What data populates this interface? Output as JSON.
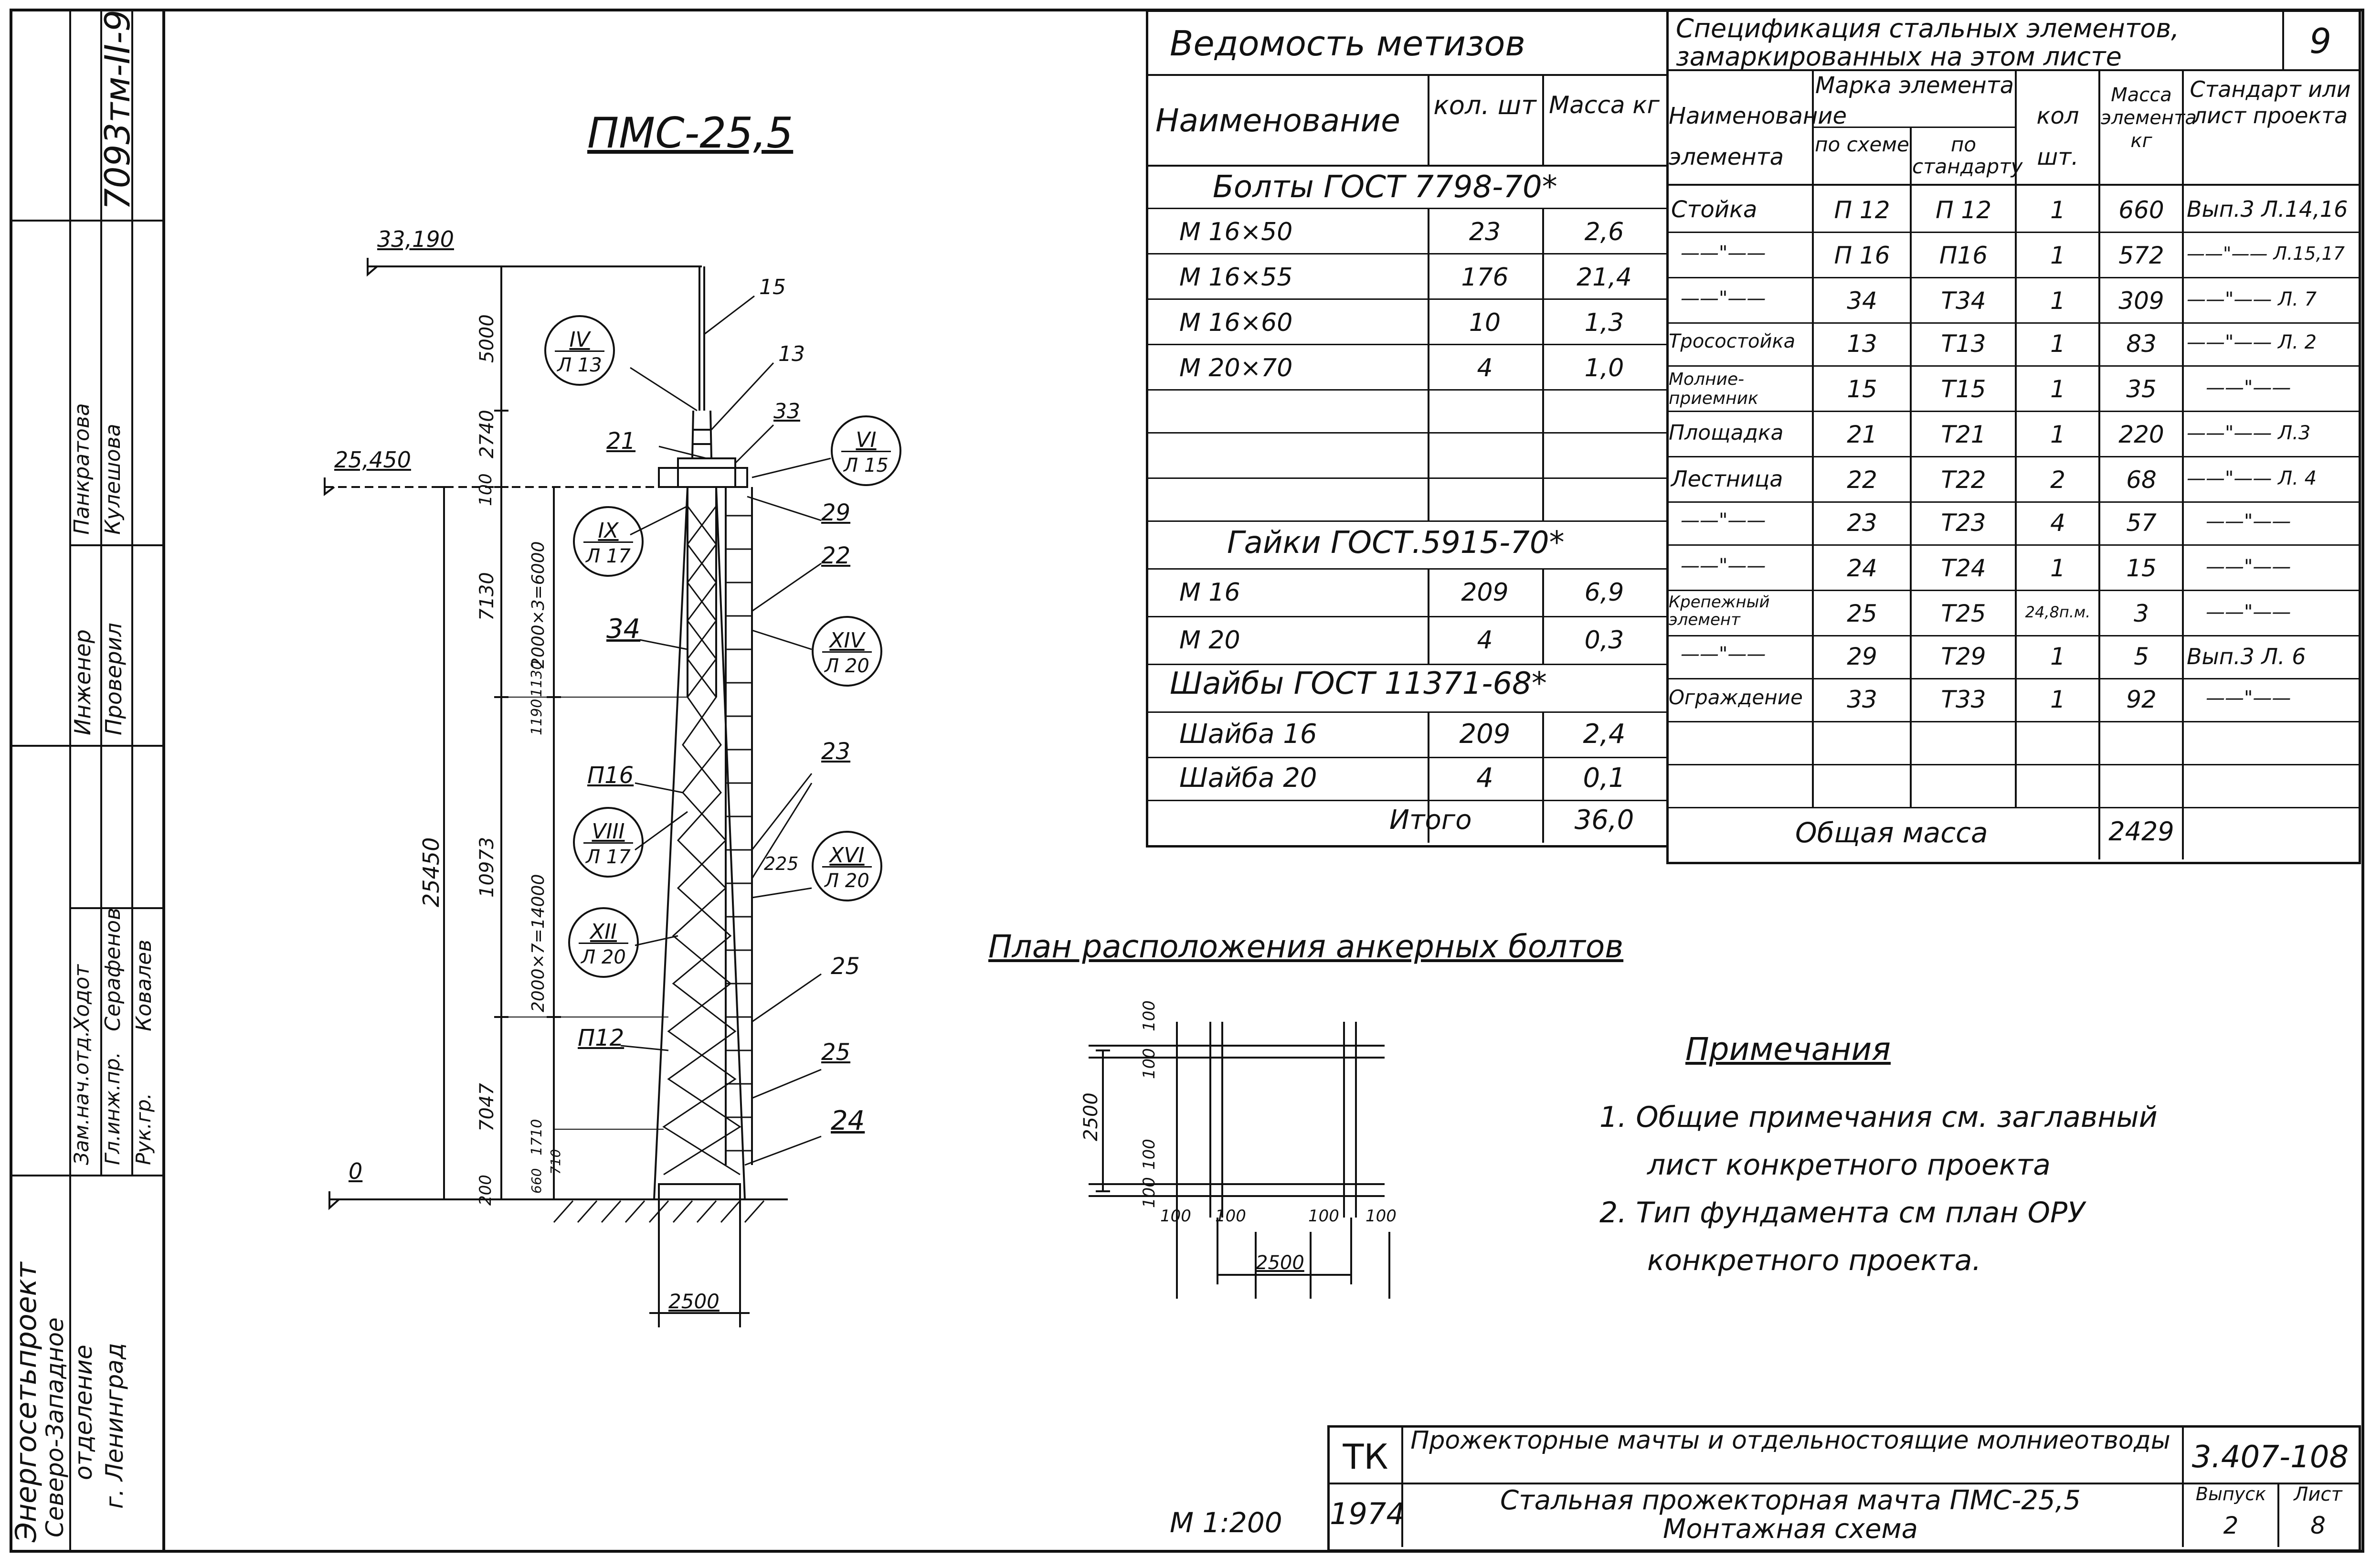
{
  "drawing": {
    "title": "ПМС-25,5",
    "elevations": {
      "top": "33,190",
      "platform": "25,450",
      "ground": "0"
    },
    "dims_right": [
      "5000",
      "2740",
      "100",
      "7130",
      "2000×3=6000",
      "1130",
      "1190",
      "10973",
      "2000×7=14000",
      "7047",
      "1710",
      "710",
      "660",
      "200"
    ],
    "dims_left_total": "25450",
    "base_width": "2500",
    "callouts": [
      {
        "top": "IV",
        "bot": "Л 13"
      },
      {
        "top": "VI",
        "bot": "Л 15"
      },
      {
        "top": "IX",
        "bot": "Л 17"
      },
      {
        "top": "XIV",
        "bot": "Л 20"
      },
      {
        "top": "VIII",
        "bot": "Л 17"
      },
      {
        "top": "XVI",
        "bot": "Л 20"
      },
      {
        "top": "XII",
        "bot": "Л 20"
      }
    ],
    "marks": [
      "15",
      "13",
      "33",
      "21",
      "29",
      "22",
      "34",
      "23",
      "П16",
      "225",
      "25",
      "П12",
      "25",
      "24"
    ]
  },
  "anchor_plan": {
    "title": "План расположения анкерных болтов",
    "dims": [
      "100",
      "100",
      "100",
      "100",
      "2500",
      "100",
      "100",
      "100",
      "100",
      "2500"
    ]
  },
  "metizy": {
    "title": "Ведомость метизов",
    "headers": [
      "Наименование",
      "кол. шт",
      "Масса кг"
    ],
    "sections": [
      {
        "title": "Болты ГОСТ 7798-70*"
      },
      {
        "title": "Гайки ГОСТ.5915-70*"
      },
      {
        "title": "Шайбы ГОСТ 11371-68*"
      }
    ],
    "rows_bolts": [
      {
        "name": "М 16×50",
        "qty": "23",
        "mass": "2,6"
      },
      {
        "name": "М 16×55",
        "qty": "176",
        "mass": "21,4"
      },
      {
        "name": "М 16×60",
        "qty": "10",
        "mass": "1,3"
      },
      {
        "name": "М 20×70",
        "qty": "4",
        "mass": "1,0"
      }
    ],
    "rows_nuts": [
      {
        "name": "М 16",
        "qty": "209",
        "mass": "6,9"
      },
      {
        "name": "М 20",
        "qty": "4",
        "mass": "0,3"
      }
    ],
    "rows_washers": [
      {
        "name": "Шайба 16",
        "qty": "209",
        "mass": "2,4"
      },
      {
        "name": "Шайба 20",
        "qty": "4",
        "mass": "0,1"
      }
    ],
    "total_label": "Итого",
    "total_mass": "36,0"
  },
  "spec": {
    "title": "Спецификация стальных элементов, замаркированных на этом листе",
    "page_no": "9",
    "headers": {
      "name": "Наименование элемента",
      "mark": "Марка элемента",
      "mark_scheme": "по схеме",
      "mark_std": "по стандарту",
      "qty": "кол шт.",
      "mass": "Масса элемента кг",
      "std": "Стандарт или лист проекта"
    },
    "rows": [
      {
        "name": "Стойка",
        "sch": "П 12",
        "std": "П 12",
        "qty": "1",
        "mass": "660",
        "ref": "Вып.3 Л.14,16"
      },
      {
        "name": "——\"——",
        "sch": "П 16",
        "std": "П16",
        "qty": "1",
        "mass": "572",
        "ref": "——\"—— Л.15,17"
      },
      {
        "name": "——\"——",
        "sch": "34",
        "std": "Т34",
        "qty": "1",
        "mass": "309",
        "ref": "——\"—— Л. 7"
      },
      {
        "name": "Тросостойка",
        "sch": "13",
        "std": "Т13",
        "qty": "1",
        "mass": "83",
        "ref": "——\"—— Л. 2"
      },
      {
        "name": "Молние-приемник",
        "sch": "15",
        "std": "Т15",
        "qty": "1",
        "mass": "35",
        "ref": "——\"——"
      },
      {
        "name": "Площадка",
        "sch": "21",
        "std": "Т21",
        "qty": "1",
        "mass": "220",
        "ref": "——\"—— Л.3"
      },
      {
        "name": "Лестница",
        "sch": "22",
        "std": "Т22",
        "qty": "2",
        "mass": "68",
        "ref": "——\"—— Л. 4"
      },
      {
        "name": "——\"——",
        "sch": "23",
        "std": "Т23",
        "qty": "4",
        "mass": "57",
        "ref": "——\"——"
      },
      {
        "name": "——\"——",
        "sch": "24",
        "std": "Т24",
        "qty": "1",
        "mass": "15",
        "ref": "——\"——"
      },
      {
        "name": "Крепежный элемент",
        "sch": "25",
        "std": "Т25",
        "qty": "24,8п.м.",
        "mass": "3",
        "ref": "——\"——"
      },
      {
        "name": "——\"——",
        "sch": "29",
        "std": "Т29",
        "qty": "1",
        "mass": "5",
        "ref": "Вып.3 Л. 6"
      },
      {
        "name": "Ограждение",
        "sch": "33",
        "std": "Т33",
        "qty": "1",
        "mass": "92",
        "ref": "——\"——"
      }
    ],
    "total_label": "Общая масса",
    "total_mass": "2429"
  },
  "notes": {
    "title": "Примечания",
    "items": [
      "1. Общие примечания см. заглавный",
      "лист конкретного проекта",
      "2. Тип фундамента см план ОРУ",
      "конкретного проекта."
    ]
  },
  "stamp": {
    "org": [
      "Энергосетьпроект",
      "Северо-Западное",
      "отделение",
      "г. Ленинград"
    ],
    "doc_code": "7093тм-II-9",
    "roles": [
      "Инженер",
      "Проверил",
      "Зам.нач.отд.",
      "Гл.инж.пр.",
      "Рук.гр."
    ],
    "names": [
      "Панкратова",
      "Кулешова",
      "Ходот",
      "Серафенов",
      "Ковалев"
    ],
    "scale": "М 1:200",
    "tk": "ТК",
    "year": "1974",
    "line1": "Прожекторные мачты и отдельностоящие молниеотводы",
    "line2": "Стальная прожекторная мачта ПМС-25,5",
    "line3": "Монтажная схема",
    "code": "3.407-108",
    "vypusk_label": "Выпуск",
    "vypusk": "2",
    "list_label": "Лист",
    "list": "8"
  }
}
